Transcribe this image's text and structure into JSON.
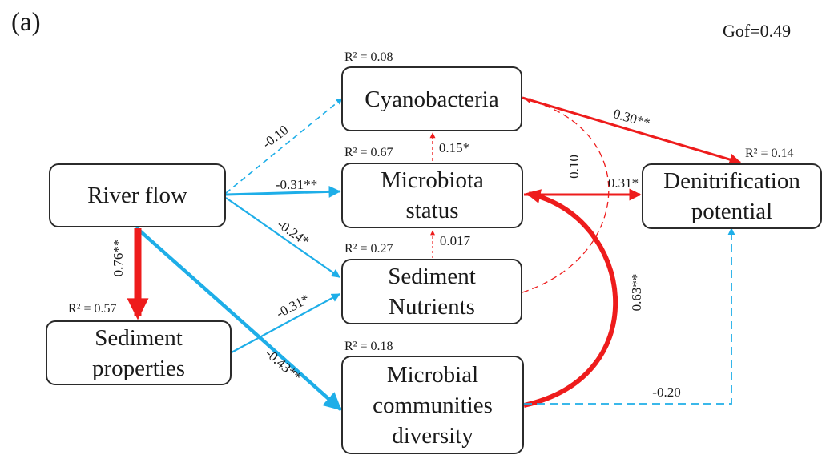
{
  "panel_label": "(a)",
  "gof": "Gof=0.49",
  "nodes": {
    "river_flow": {
      "lines": [
        "River flow"
      ],
      "r2": ""
    },
    "cyanobacteria": {
      "lines": [
        "Cyanobacteria"
      ],
      "r2": "R² = 0.08"
    },
    "microbiota_status": {
      "lines": [
        "Microbiota",
        "status"
      ],
      "r2": "R² = 0.67"
    },
    "sediment_nutrients": {
      "lines": [
        "Sediment",
        "Nutrients"
      ],
      "r2": "R² = 0.27"
    },
    "microbial_diversity": {
      "lines": [
        "Microbial",
        "communities",
        "diversity"
      ],
      "r2": "R² = 0.18"
    },
    "sediment_properties": {
      "lines": [
        "Sediment",
        "properties"
      ],
      "r2": "R² = 0.57"
    },
    "denitrification": {
      "lines": [
        "Denitrification",
        "potential"
      ],
      "r2": "R² = 0.14"
    }
  },
  "paths": [
    {
      "id": "river-cyano",
      "from": "River flow",
      "to": "Cyanobacteria",
      "coef": "-0.10",
      "sign": "negative",
      "significant": false
    },
    {
      "id": "river-microbiota",
      "from": "River flow",
      "to": "Microbiota status",
      "coef": "-0.31**",
      "sign": "negative",
      "significant": true
    },
    {
      "id": "river-nutrients",
      "from": "River flow",
      "to": "Sediment Nutrients",
      "coef": "-0.24*",
      "sign": "negative",
      "significant": true
    },
    {
      "id": "river-diversity",
      "from": "River flow",
      "to": "Microbial communities diversity",
      "coef": "-0.43**",
      "sign": "negative",
      "significant": true
    },
    {
      "id": "river-properties",
      "from": "River flow",
      "to": "Sediment properties",
      "coef": "0.76**",
      "sign": "positive",
      "significant": true
    },
    {
      "id": "properties-nutrients",
      "from": "Sediment properties",
      "to": "Sediment Nutrients",
      "coef": "-0.31*",
      "sign": "negative",
      "significant": true
    },
    {
      "id": "microbiota-cyano",
      "from": "Microbiota status",
      "to": "Cyanobacteria",
      "coef": "0.15*",
      "sign": "positive",
      "significant": true
    },
    {
      "id": "nutrients-microbiota",
      "from": "Sediment Nutrients",
      "to": "Microbiota status",
      "coef": "0.017",
      "sign": "positive",
      "significant": false
    },
    {
      "id": "nutrients-cyano",
      "from": "Sediment Nutrients",
      "to": "Cyanobacteria",
      "coef": "0.10",
      "sign": "positive",
      "significant": false
    },
    {
      "id": "cyano-denit",
      "from": "Cyanobacteria",
      "to": "Denitrification potential",
      "coef": "0.30**",
      "sign": "positive",
      "significant": true
    },
    {
      "id": "microbiota-denit",
      "from": "Microbiota status",
      "to": "Denitrification potential",
      "coef": "0.31*",
      "sign": "positive",
      "significant": true
    },
    {
      "id": "diversity-microbiota",
      "from": "Microbial communities diversity",
      "to": "Microbiota status",
      "coef": "0.63**",
      "sign": "positive",
      "significant": true
    },
    {
      "id": "diversity-denit",
      "from": "Microbial communities diversity",
      "to": "Denitrification potential",
      "coef": "-0.20",
      "sign": "negative",
      "significant": false
    }
  ],
  "colors": {
    "positive": "#ee1c1c",
    "negative": "#1eaee8",
    "box_border": "#2b2b2b"
  }
}
